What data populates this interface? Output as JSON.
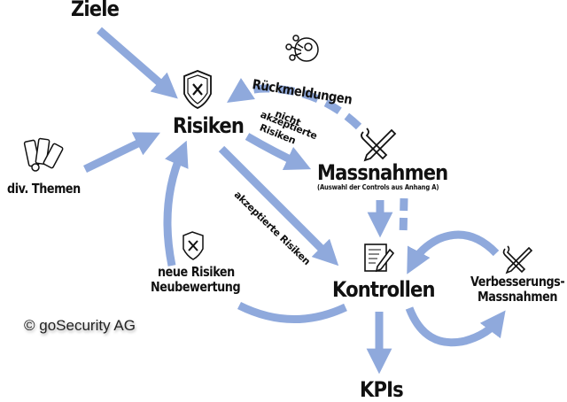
{
  "diagram": {
    "colors": {
      "arrow": "#8fa9dc",
      "text": "#111111"
    },
    "nodes": {
      "ziele": "Ziele",
      "risiken": "Risiken",
      "themen": "div. Themen",
      "massnahmen": "Massnahmen",
      "massnahmen_sub": "(Auswahl der Controls aus Anhang A)",
      "kontrollen": "Kontrollen",
      "kpis": "KPIs",
      "neue_risiken_line1": "neue Risiken",
      "neue_risiken_line2": "Neubewertung",
      "verbesserung_line1": "Verbesserungs-",
      "verbesserung_line2": "Massnahmen"
    },
    "edges": {
      "rueckmeldungen": "Rückmeldungen",
      "nicht_akzeptiert_line1": "nicht",
      "nicht_akzeptiert_line2": "akzeptierte",
      "nicht_akzeptiert_line3": "Risiken",
      "akzeptiert": "akzeptierte Risiken"
    },
    "icons": {
      "risiken": "shield-x-icon",
      "neue_risiken": "shield-x-icon",
      "themen": "document-fan-icon",
      "rueckmeldungen": "feedback-network-icon",
      "massnahmen": "wrench-pencil-icon",
      "kontrollen": "document-pencil-icon",
      "verbesserung": "wrench-pencil-icon"
    },
    "copyright": "© goSecurity AG"
  }
}
